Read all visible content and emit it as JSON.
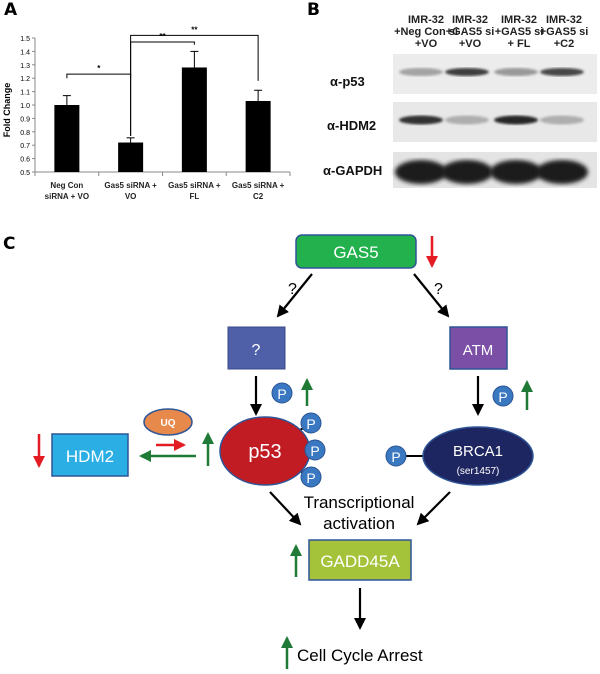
{
  "panels": {
    "a": "A",
    "b": "B",
    "c": "C"
  },
  "chart_data": {
    "type": "bar",
    "title": "",
    "xlabel": "",
    "ylabel": "Fold Change",
    "ylim": [
      0.5,
      1.5
    ],
    "yticks": [
      "0.5",
      "0.6",
      "0.7",
      "0.8",
      "0.9",
      "1.0",
      "1.1",
      "1.2",
      "1.3",
      "1.4",
      "1.5"
    ],
    "categories": [
      [
        "Neg Con",
        "siRNA + VO"
      ],
      [
        "Gas5 siRNA +",
        "VO"
      ],
      [
        "Gas5 siRNA +",
        "FL"
      ],
      [
        "Gas5 siRNA +",
        "C2"
      ]
    ],
    "values": [
      1.0,
      0.72,
      1.28,
      1.03
    ],
    "errors": [
      0.07,
      0.035,
      0.12,
      0.08
    ],
    "bar_color": "#000000",
    "grid": false,
    "significance": [
      {
        "from": 0,
        "to": 1,
        "label": "*"
      },
      {
        "from": 1,
        "to": 2,
        "label": "**"
      },
      {
        "from": 1,
        "to": 3,
        "label": "**"
      }
    ]
  },
  "blot": {
    "lanes": [
      [
        "IMR-32",
        "+Neg Con si",
        "+VO"
      ],
      [
        "IMR-32",
        "+GAS5 si",
        "+VO"
      ],
      [
        "IMR-32",
        "+GAS5 si",
        "+ FL"
      ],
      [
        "IMR-32",
        "+GAS5 si",
        "+C2"
      ]
    ],
    "antibodies": [
      "α-p53",
      "α-HDM2",
      "α-GAPDH"
    ],
    "band_intensity": {
      "p53": [
        0.35,
        0.85,
        0.4,
        0.8
      ],
      "HDM2": [
        0.9,
        0.3,
        0.95,
        0.3
      ],
      "GAPDH": [
        1.0,
        1.0,
        1.0,
        1.0
      ]
    }
  },
  "diagram": {
    "gas5": "GAS5",
    "unknown_node": "?",
    "atm": "ATM",
    "q_left": "?",
    "q_right": "?",
    "p53": "p53",
    "hdm2": "HDM2",
    "uq": "UQ",
    "brca1": "BRCA1",
    "brca1_site": "(ser1457)",
    "phospho": "P",
    "transcriptional_1": "Transcriptional",
    "transcriptional_2": "activation",
    "gadd45a": "GADD45A",
    "outcome": "Cell Cycle Arrest",
    "colors": {
      "gas5": "#22b14c",
      "unknown": "#4f5fa8",
      "atm": "#7b4fa6",
      "p53": "#c11b24",
      "hdm2": "#2aaee3",
      "uq": "#e8894c",
      "brca1": "#1d2660",
      "gadd45a": "#a5c33a",
      "phospho": "#3b78c2",
      "up_arrow": "#1e7a34",
      "down_arrow": "#e31c23"
    }
  }
}
